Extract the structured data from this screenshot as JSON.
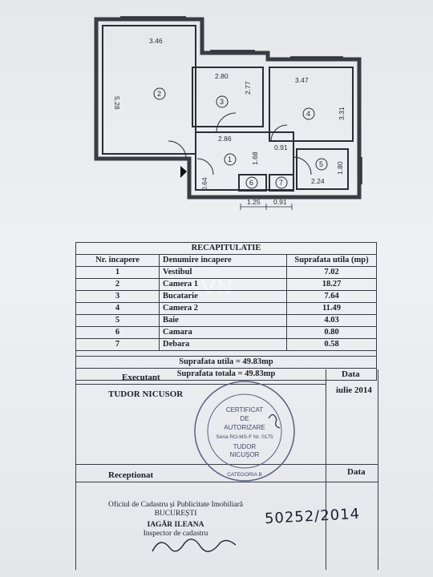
{
  "plan": {
    "dims": {
      "d346": "3.46",
      "d528": "5.28",
      "d280": "2.80",
      "d277": "2.77",
      "d347": "3.47",
      "d331": "3.31",
      "d286": "2.86",
      "d168": "1.68",
      "d091a": "0.91",
      "d180": "1.80",
      "d224": "2.24",
      "d064": "0.64",
      "d125": "1.25",
      "d091b": "0.91"
    },
    "rooms": {
      "r1": "1",
      "r2": "2",
      "r3": "3",
      "r4": "4",
      "r5": "5",
      "r6": "6",
      "r7": "7"
    }
  },
  "table": {
    "title": "RECAPITULATIE",
    "headers": [
      "Nr. incapere",
      "Denumire incapere",
      "Suprafata utila (mp)"
    ],
    "rows": [
      {
        "nr": "1",
        "name": "Vestibul",
        "area": "7.02"
      },
      {
        "nr": "2",
        "name": "Camera 1",
        "area": "18.27"
      },
      {
        "nr": "3",
        "name": "Bucatarie",
        "area": "7.64"
      },
      {
        "nr": "4",
        "name": "Camera 2",
        "area": "11.49"
      },
      {
        "nr": "5",
        "name": "Baie",
        "area": "4.03"
      },
      {
        "nr": "6",
        "name": "Camara",
        "area": "0.80"
      },
      {
        "nr": "7",
        "name": "Debara",
        "area": "0.58"
      }
    ],
    "total_util": "Suprafata utila = 49.83mp",
    "total_totala": "Suprafata totala = 49.83mp"
  },
  "executant": {
    "label": "Executant",
    "name": "TUDOR NICUSOR",
    "date_label": "Data",
    "date_value": "iulie 2014"
  },
  "stamp": {
    "line1": "CERTIFICAT",
    "line2": "DE",
    "line3": "AUTORIZARE",
    "line4": "Seria RO-MS-F Nr. 0175",
    "line5": "TUDOR",
    "line6": "NICUŞOR",
    "line7": "CATEGORIA B"
  },
  "receptionat": {
    "label": "Receptionat",
    "date_label": "Data",
    "office1": "Oficiul de Cadastru și Publicitate Imobiliară",
    "office2": "BUCUREȘTI",
    "office3": "IAGĂR ILEANA",
    "office4": "Inspector de cadastru",
    "handwritten": "50252/2014"
  },
  "watermark": "SVN"
}
